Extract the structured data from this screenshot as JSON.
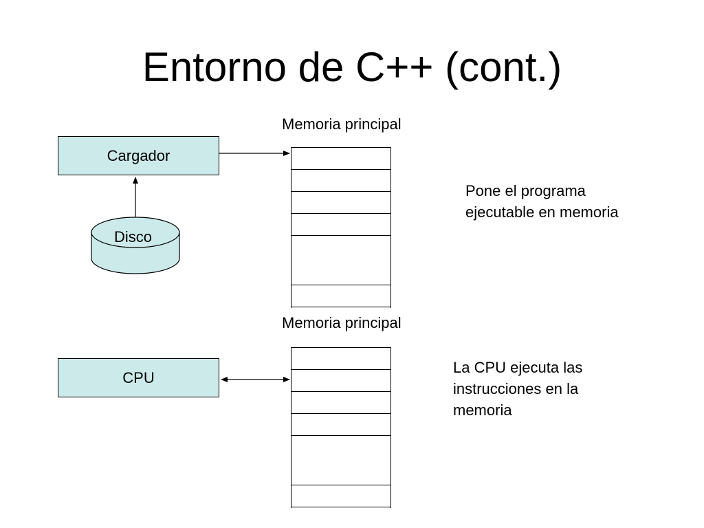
{
  "title": "Entorno de C++ (cont.)",
  "top_diagram": {
    "memory_label": "Memoria principal",
    "loader_label": "Cargador",
    "disk_label": "Disco",
    "note_lines": [
      "Pone el programa",
      "ejecutable en memoria"
    ]
  },
  "bottom_diagram": {
    "memory_label": "Memoria principal",
    "cpu_label": "CPU",
    "note_lines": [
      "La CPU ejecuta las",
      "instrucciones en la",
      "memoria"
    ]
  },
  "colors": {
    "box_fill": "#cceaea",
    "stroke": "#000000",
    "background": "#ffffff"
  }
}
